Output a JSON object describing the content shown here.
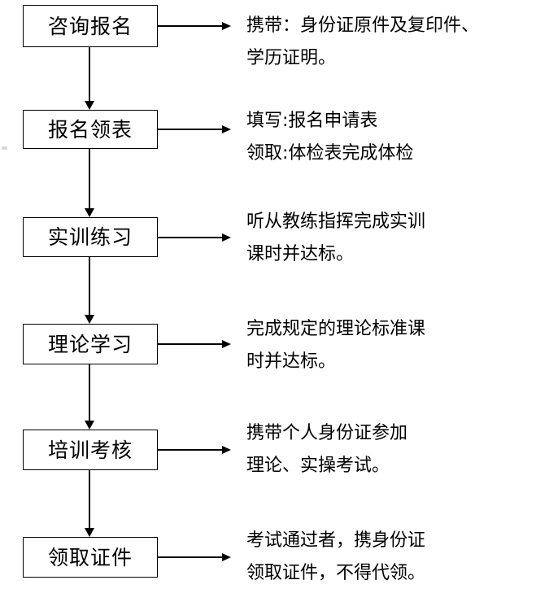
{
  "diagram": {
    "type": "flowchart",
    "orientation": "vertical",
    "title": "",
    "arrow_color": "#000000",
    "box_border_color": "#000000",
    "background_color": "#ffffff",
    "steps": [
      {
        "id": "step-1",
        "label": "咨询报名",
        "label_font": "serif",
        "note_font": "serif",
        "note_lines": [
          "携带：身份证原件及复印件、",
          "学历证明。"
        ]
      },
      {
        "id": "step-2",
        "label": "报名领表",
        "label_font": "serif",
        "note_font": "sans",
        "note_lines": [
          "填写:报名申请表",
          "领取:体检表完成体检"
        ]
      },
      {
        "id": "step-3",
        "label": "实训练习",
        "label_font": "serif",
        "note_font": "sans",
        "note_lines": [
          "听从教练指挥完成实训",
          "课时并达标。"
        ]
      },
      {
        "id": "step-4",
        "label": "理论学习",
        "label_font": "serif",
        "note_font": "sans",
        "note_lines": [
          "完成规定的理论标准课",
          "时并达标。"
        ]
      },
      {
        "id": "step-5",
        "label": "培训考核",
        "label_font": "sans",
        "note_font": "sans",
        "note_lines": [
          "携带个人身份证参加",
          "理论、实操考试。"
        ]
      },
      {
        "id": "step-6",
        "label": "领取证件",
        "label_font": "serif",
        "note_font": "serif",
        "note_lines": [
          "考试通过者，携身份证",
          "领取证件，不得代领。"
        ]
      }
    ]
  }
}
